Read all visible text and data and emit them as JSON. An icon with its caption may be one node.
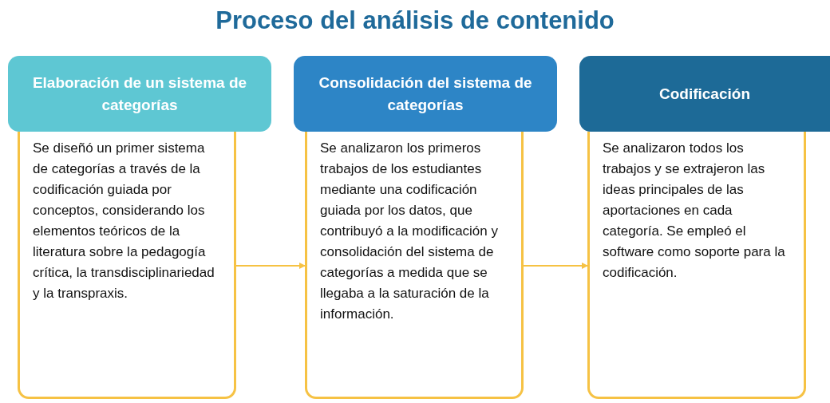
{
  "diagram": {
    "title": "Proceso del análisis de contenido",
    "nodes": [
      {
        "text": [
          "Elaboración de un sistema de categorías"
        ]
      },
      {
        "text": [
          "Se diseñó un primer sistema de categorías a través de la codificación guiada por conceptos, considerando los elementos teóricos de la literatura sobre la pedagogía crítica, la transdisciplinariedad y la transpraxis."
        ]
      },
      {
        "text": [
          "Consolidación del sistema de categorías"
        ]
      },
      {
        "text": [
          "Se analizaron los primeros trabajos de los estudiantes mediante una codificación guiada por los datos, que contribuyó a la modificación y consolidación del sistema de categorías a medida que se llegaba a la saturación de la información."
        ]
      },
      {
        "text": [
          "Codificación"
        ]
      },
      {
        "text": [
          "Se analizaron todos los trabajos y se extrajeron las ideas principales de las aportaciones en cada categoría. Se empleó el software como soporte para la codificación."
        ]
      }
    ],
    "edges": [
      {
        "from": 1,
        "to": 3,
        "arrow": "to"
      },
      {
        "from": 3,
        "to": 5,
        "arrow": "to"
      }
    ]
  }
}
